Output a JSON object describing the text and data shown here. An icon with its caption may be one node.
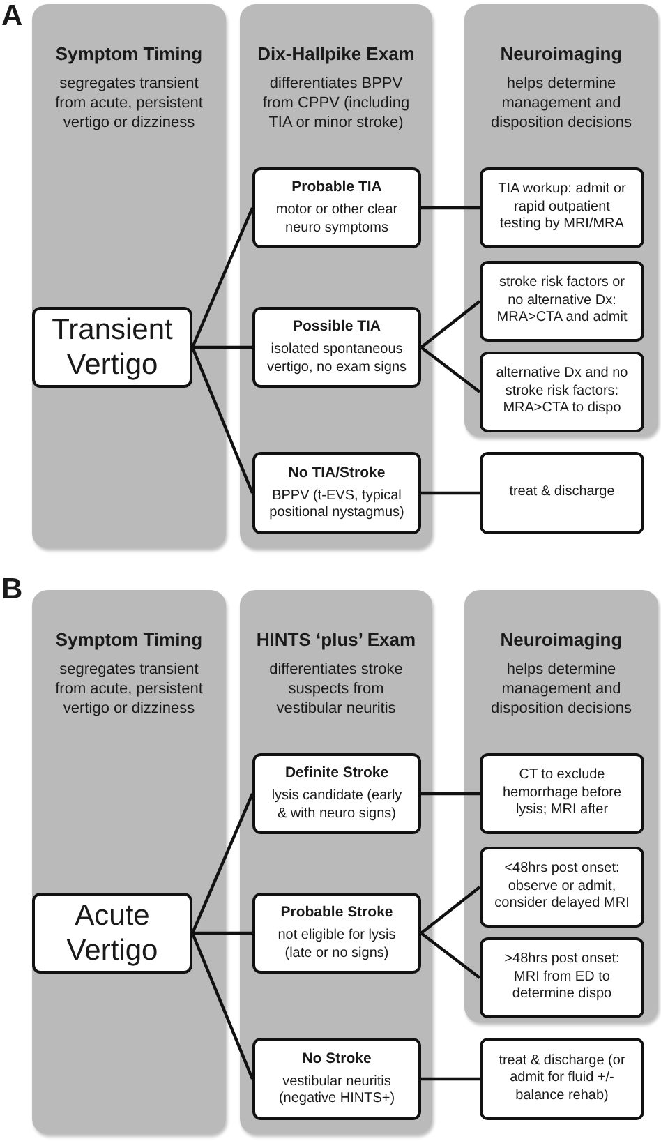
{
  "diagram": {
    "nodes": [
      {
        "text": [
          "Symptom Timing",
          "segregates transient from acute, persistent vertigo or dizziness"
        ]
      },
      {
        "text": [
          "Dix-Hallpike Exam",
          "differentiates BPPV from CPPV (including TIA or minor stroke)"
        ]
      },
      {
        "text": [
          "Neuroimaging",
          "helps determine management and disposition decisions"
        ]
      },
      {
        "text": [
          "Transient Vertigo"
        ],
        "in": 0
      },
      {
        "text": [
          "Probable TIA",
          "motor or other clear neuro symptoms"
        ],
        "in": 1
      },
      {
        "text": [
          "Possible TIA",
          "isolated spontaneous vertigo, no exam signs"
        ],
        "in": 1
      },
      {
        "text": [
          "No TIA/Stroke",
          "BPPV (t-EVS, typical positional nystagmus)"
        ],
        "in": 1
      },
      {
        "text": [
          "TIA workup: admit or rapid outpatient testing by MRI/MRA"
        ],
        "in": 2
      },
      {
        "text": [
          "stroke risk factors or no alternative Dx: MRA>CTA and admit"
        ],
        "in": 2
      },
      {
        "text": [
          "alternative Dx and no stroke risk factors: MRA>CTA to dispo"
        ],
        "in": 2
      },
      {
        "text": [
          "treat & discharge"
        ]
      },
      {
        "text": [
          "Symptom Timing",
          "segregates transient from acute, persistent vertigo or dizziness"
        ]
      },
      {
        "text": [
          "HINTS ‘plus’ Exam",
          "differentiates stroke suspects from vestibular neuritis"
        ]
      },
      {
        "text": [
          "Neuroimaging",
          "helps determine management and disposition decisions"
        ]
      },
      {
        "text": [
          "Acute Vertigo"
        ],
        "in": 11
      },
      {
        "text": [
          "Definite Stroke",
          "lysis candidate (early & with neuro signs)"
        ],
        "in": 12
      },
      {
        "text": [
          "Probable Stroke",
          "not eligible for lysis (late or no signs)"
        ],
        "in": 12
      },
      {
        "text": [
          "No Stroke",
          "vestibular neuritis (negative HINTS+)"
        ],
        "in": 12
      },
      {
        "text": [
          "CT to exclude hemorrhage before lysis; MRI after"
        ],
        "in": 13
      },
      {
        "text": [
          "<48hrs post onset: observe or admit, consider delayed MRI"
        ],
        "in": 13
      },
      {
        "text": [
          ">48hrs post onset: MRI from ED to determine dispo"
        ],
        "in": 13
      },
      {
        "text": [
          "treat & discharge (or admit for fluid +/- balance rehab)"
        ]
      }
    ],
    "edges": [
      {
        "from": 3,
        "to": 4,
        "arrow": "none"
      },
      {
        "from": 3,
        "to": 5,
        "arrow": "none"
      },
      {
        "from": 3,
        "to": 6,
        "arrow": "none"
      },
      {
        "from": 4,
        "to": 7,
        "arrow": "none"
      },
      {
        "from": 5,
        "to": 8,
        "arrow": "none"
      },
      {
        "from": 5,
        "to": 9,
        "arrow": "none"
      },
      {
        "from": 6,
        "to": 10,
        "arrow": "none"
      },
      {
        "from": 14,
        "to": 15,
        "arrow": "none"
      },
      {
        "from": 14,
        "to": 16,
        "arrow": "none"
      },
      {
        "from": 14,
        "to": 17,
        "arrow": "none"
      },
      {
        "from": 15,
        "to": 18,
        "arrow": "none"
      },
      {
        "from": 16,
        "to": 19,
        "arrow": "none"
      },
      {
        "from": 16,
        "to": 20,
        "arrow": "none"
      },
      {
        "from": 17,
        "to": 21,
        "arrow": "none"
      }
    ],
    "labels": [
      "A",
      "B"
    ]
  }
}
